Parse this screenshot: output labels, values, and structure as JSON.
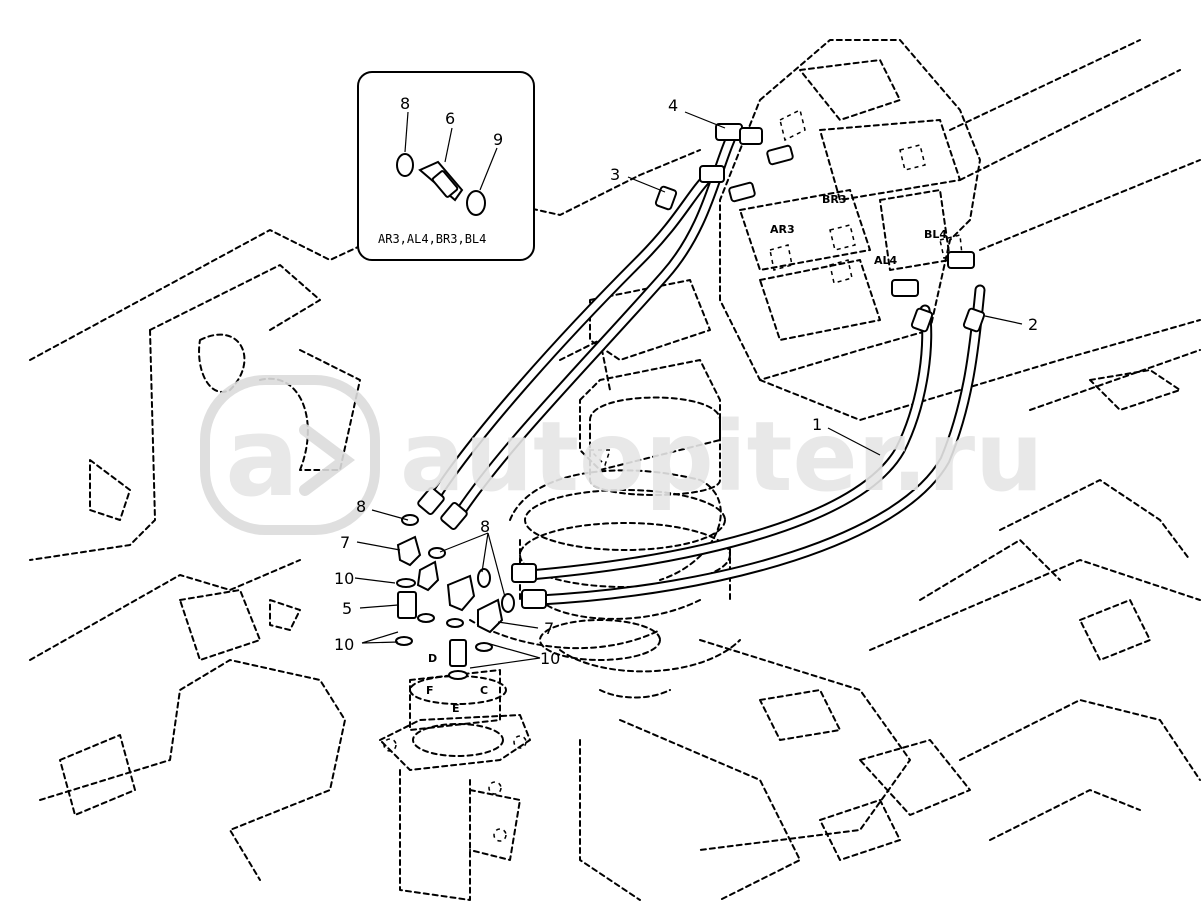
{
  "callouts": {
    "c1": "1",
    "c2": "2",
    "c3": "3",
    "c4": "4",
    "c5": "5",
    "c7a": "7",
    "c7b": "7",
    "c8a": "8",
    "c8b": "8",
    "c10a": "10",
    "c10b": "10",
    "c10c": "10"
  },
  "ports": {
    "br3": "BR3",
    "ar3": "AR3",
    "bl4": "BL4",
    "al4": "AL4",
    "d": "D",
    "f": "F",
    "e": "E",
    "c": "C"
  },
  "inset": {
    "label_8": "8",
    "label_6": "6",
    "label_9": "9",
    "caption": "AR3,AL4,BR3,BL4"
  },
  "watermark": {
    "text": "autopiter.ru",
    "logo_icon": "a-arrow-logo"
  }
}
